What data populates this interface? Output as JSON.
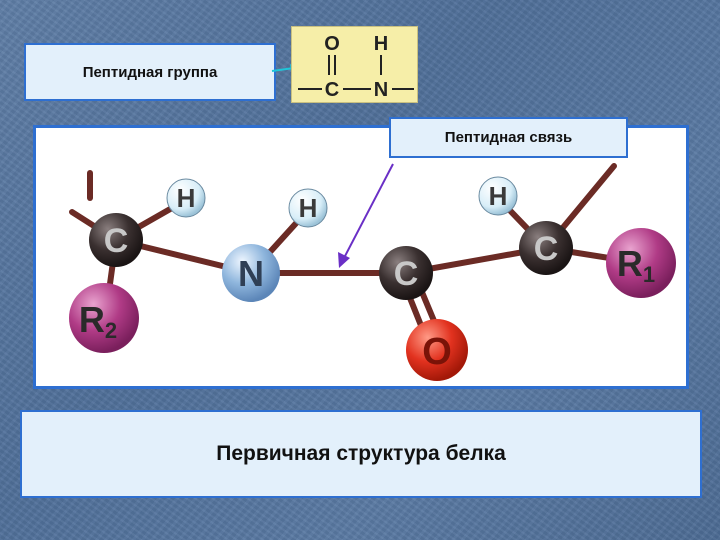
{
  "labels": {
    "peptide_group": "Пептидная группа",
    "peptide_bond": "Пептидная связь",
    "title": "Первичная структура белка"
  },
  "formula": {
    "top_left": "O",
    "top_right": "H",
    "bottom_left": "C",
    "bottom_right": "N"
  },
  "atoms": {
    "c_left": "C",
    "h_left": "H",
    "r2_main": "R",
    "r2_sub": "2",
    "n": "N",
    "h_n": "H",
    "c_center": "C",
    "o": "O",
    "h_right": "H",
    "c_right": "C",
    "r1_main": "R",
    "r1_sub": "1"
  },
  "colors": {
    "box_fill": "#e3f0fb",
    "box_border": "#2e6fd1",
    "carbon": "#3a3030",
    "hydrogen": "#d8eef8",
    "nitrogen": "#8fb6dd",
    "oxygen": "#e2321f",
    "r_group": "#b03b86",
    "bond": "#6b2b25",
    "arrow": "#6a2fc6",
    "cyan_arrow": "#1ec6d8"
  }
}
